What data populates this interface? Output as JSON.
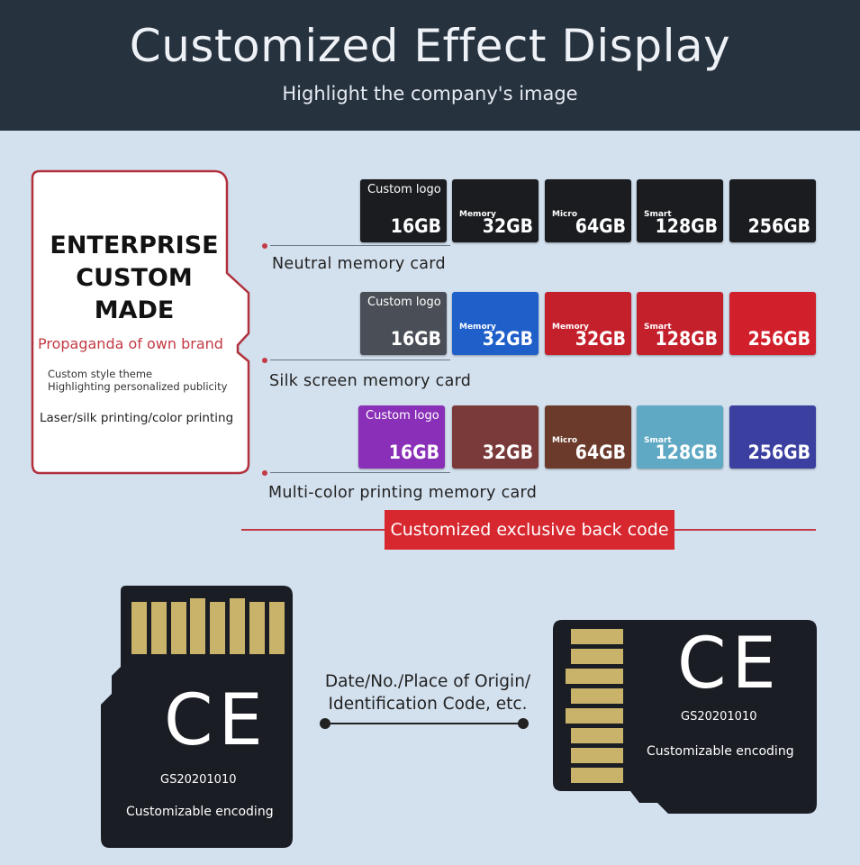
{
  "header": {
    "title": "Customized Effect Display",
    "subtitle": "Highlight the company's image"
  },
  "brand": {
    "title_line1": "ENTERPRISE",
    "title_line2": "CUSTOM MADE",
    "tagline": "Propaganda of own brand",
    "small_line1": "Custom style theme",
    "small_line2": "Highlighting personalized publicity",
    "methods": "Laser/silk printing/color printing"
  },
  "rows": [
    {
      "label": "Neutral memory card",
      "cards": [
        {
          "logo": "Custom logo",
          "cap": "16GB",
          "bg": "#1a1c20"
        },
        {
          "logo": "Memory",
          "cap": "32GB",
          "bg": "#1a1c20"
        },
        {
          "logo": "Micro",
          "cap": "64GB",
          "bg": "#1a1c20"
        },
        {
          "logo": "Smart",
          "cap": "128GB",
          "bg": "#1a1c20"
        },
        {
          "logo": "",
          "cap": "256GB",
          "bg": "#1a1c20"
        }
      ]
    },
    {
      "label": "Silk screen memory card",
      "cards": [
        {
          "logo": "Custom logo",
          "cap": "16GB",
          "bg": "#4a4f57"
        },
        {
          "logo": "Memory",
          "cap": "32GB",
          "bg": "#1e5fc9"
        },
        {
          "logo": "Memory",
          "cap": "32GB",
          "bg": "#c4202c"
        },
        {
          "logo": "Smart",
          "cap": "128GB",
          "bg": "#c4202c"
        },
        {
          "logo": "",
          "cap": "256GB",
          "bg": "#d21f2c"
        }
      ]
    },
    {
      "label": "Multi-color printing memory card",
      "cards": [
        {
          "logo": "Custom logo",
          "cap": "16GB",
          "bg": "#8a2fb8"
        },
        {
          "logo": "",
          "cap": "32GB",
          "bg": "#7a3a3a"
        },
        {
          "logo": "Micro",
          "cap": "64GB",
          "bg": "#6b3a2a"
        },
        {
          "logo": "Smart",
          "cap": "128GB",
          "bg": "#5fa9c4"
        },
        {
          "logo": "",
          "cap": "256GB",
          "bg": "#3a3fa0"
        }
      ]
    }
  ],
  "back_code": {
    "label": "Customized exclusive back code"
  },
  "back_card": {
    "mark": "CE",
    "code": "GS20201010",
    "encoding": "Customizable encoding"
  },
  "middle": {
    "line1": "Date/No./Place of Origin/",
    "line2": "Identification Code, etc."
  },
  "colors": {
    "header_bg": "#27323f",
    "page_bg": "#d3e0ee",
    "accent_red": "#d7272f",
    "card_black": "#1a1d24",
    "gold": "#c9b36a"
  }
}
